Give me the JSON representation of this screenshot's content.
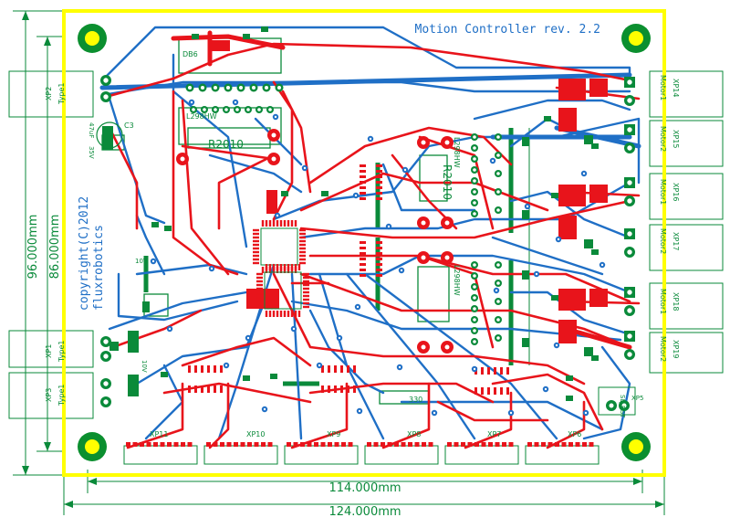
{
  "board": {
    "title": "Motion Controller rev. 2.2",
    "copyright_line1": "copyright(C)2012",
    "copyright_line2": "fluxrobotics",
    "colors": {
      "board_outline": "#ffff00",
      "top_copper": "#e8141b",
      "bottom_copper": "#1f6fc6",
      "silkscreen": "#0a8a3a",
      "dimension": "#0a8a3a",
      "mounting_hole": "#0b8f2f",
      "text_blue": "#1f6fc6"
    }
  },
  "dimensions": {
    "width_inner": "114.000mm",
    "width_outer": "124.000mm",
    "height_outer": "96.000mm",
    "height_inner": "86.000mm"
  },
  "connectors": {
    "left": [
      {
        "ref": "XP2",
        "type": "Type1"
      },
      {
        "ref": "XP1",
        "type": "Type1"
      },
      {
        "ref": "XP3",
        "type": "Type1"
      }
    ],
    "right": [
      {
        "ref": "XP14",
        "type": "Motor1"
      },
      {
        "ref": "XP15",
        "type": "Motor2"
      },
      {
        "ref": "XP16",
        "type": "Motor1"
      },
      {
        "ref": "XP17",
        "type": "Motor2"
      },
      {
        "ref": "XP18",
        "type": "Motor1"
      },
      {
        "ref": "XP19",
        "type": "Motor2"
      }
    ],
    "bottom": [
      "XP11",
      "XP10",
      "XP9",
      "XP8",
      "XP7",
      "XP6"
    ],
    "reset": {
      "ref": "XP5",
      "label": "SL_RST"
    }
  },
  "components": {
    "l298_top": "L298HW",
    "l298_mid": "L298HW",
    "l298_low": "L298HW",
    "r2010_a": "R2010",
    "r2010_b": "R2010",
    "cap_label": "C3",
    "cap_value": "47uF",
    "cap_voltage": "35V",
    "cap_10v_a": "10V",
    "cap_10v_b": "10V",
    "resistor_330": "330",
    "db": "DB6"
  }
}
